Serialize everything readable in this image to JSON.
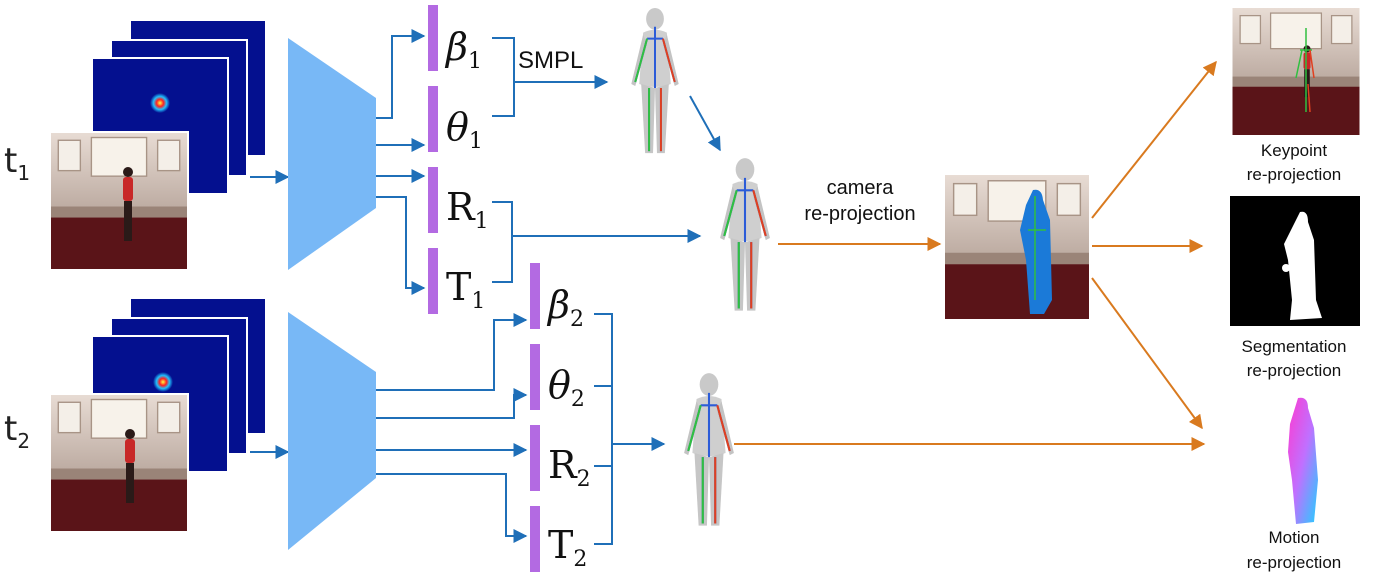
{
  "rows": [
    {
      "time_label": "t",
      "time_sub": "1"
    },
    {
      "time_label": "t",
      "time_sub": "2"
    }
  ],
  "params_row1": [
    {
      "sym": "β",
      "sub": "1",
      "italic": true
    },
    {
      "sym": "θ",
      "sub": "1",
      "italic": true
    },
    {
      "sym": "R",
      "sub": "1",
      "italic": false
    },
    {
      "sym": "T",
      "sub": "1",
      "italic": false
    }
  ],
  "params_row2": [
    {
      "sym": "β",
      "sub": "2",
      "italic": true
    },
    {
      "sym": "θ",
      "sub": "2",
      "italic": true
    },
    {
      "sym": "R",
      "sub": "2",
      "italic": false
    },
    {
      "sym": "T",
      "sub": "2",
      "italic": false
    }
  ],
  "labels": {
    "smpl": "SMPL",
    "camera_line1": "camera",
    "camera_line2": "re-projection",
    "keypoint_line1": "Keypoint",
    "keypoint_line2": "re-projection",
    "segmentation_line1": "Segmentation",
    "segmentation_line2": "re-projection",
    "motion_line1": "Motion",
    "motion_line2": "re-projection"
  },
  "colors": {
    "encoder": "#78b8f6",
    "param_bar": "#b36ae2",
    "blue_arrow": "#1f6fb8",
    "orange_arrow": "#d97a1f",
    "heatmap_bg": "#04108f",
    "room_floor": "#5a1418",
    "room_wall": "#d8c8c0"
  }
}
